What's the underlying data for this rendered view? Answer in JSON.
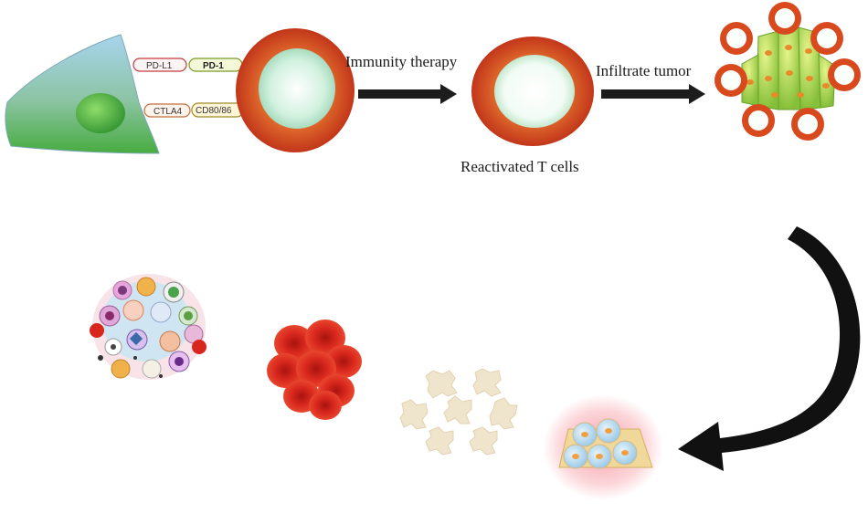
{
  "labels": {
    "pd_l1": "PD-L1",
    "pd_1": "PD-1",
    "ctla4": "CTLA4",
    "cd80_86": "CD80/86",
    "immunity_therapy": "Immunity therapy",
    "infiltrate_tumor": "Infiltrate tumor",
    "reactivated_t_cells": "Reactivated T cells"
  },
  "colors": {
    "t_cell_rim": "#d84a1e",
    "t_cell_core": "#c8f0dc",
    "arrow": "#1c1c1c",
    "tumor_cell_green": "#9ccc3c",
    "apc_blue": "#8ec6e6",
    "apc_green": "#52b848",
    "red_blood_cell": "#d8261e",
    "platelet": "#efe4cc",
    "cluster_bg": "#f8c8cc"
  }
}
